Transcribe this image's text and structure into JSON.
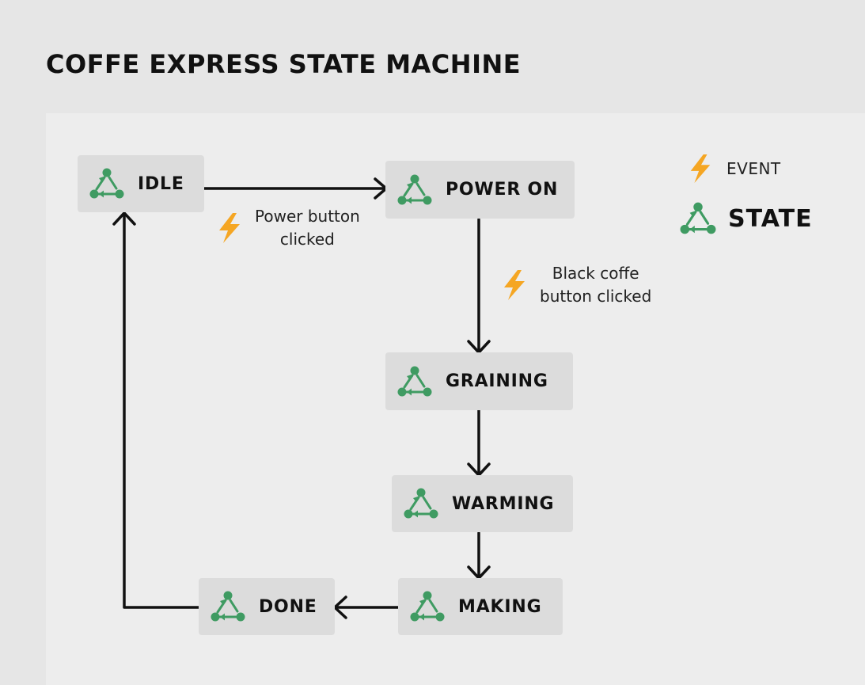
{
  "title": "COFFE EXPRESS STATE MACHINE",
  "colors": {
    "state_icon": "#3f9b62",
    "event_icon": "#f5a623",
    "arrow": "#111111",
    "state_box": "#dcdcdc",
    "canvas": "#ededed",
    "background": "#e6e6e6"
  },
  "legend": {
    "event_label": "EVENT",
    "event_icon": "lightning-bolt",
    "state_label": "STATE",
    "state_icon": "state-node-triangle"
  },
  "states": {
    "idle": "IDLE",
    "power_on": "POWER ON",
    "graining": "GRAINING",
    "warming": "WARMING",
    "making": "MAKING",
    "done": "DONE"
  },
  "events": {
    "power_button": "Power button\nclicked",
    "black_coffe_button": "Black coffe\nbutton clicked"
  },
  "transitions": [
    {
      "from": "IDLE",
      "to": "POWER ON",
      "event": "Power button clicked"
    },
    {
      "from": "POWER ON",
      "to": "GRAINING",
      "event": "Black coffe button clicked"
    },
    {
      "from": "GRAINING",
      "to": "WARMING"
    },
    {
      "from": "WARMING",
      "to": "MAKING"
    },
    {
      "from": "MAKING",
      "to": "DONE"
    },
    {
      "from": "DONE",
      "to": "IDLE"
    }
  ]
}
